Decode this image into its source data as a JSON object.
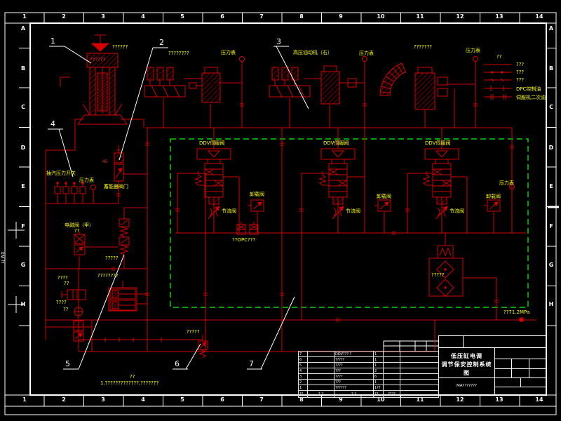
{
  "frame": {
    "columns": [
      "1",
      "2",
      "3",
      "4",
      "5",
      "6",
      "7",
      "8",
      "9",
      "10",
      "11",
      "12",
      "13",
      "14"
    ],
    "rows": [
      "A",
      "B",
      "C",
      "D",
      "E",
      "F",
      "G",
      "H"
    ],
    "margin_text": "LJ WX"
  },
  "callouts": [
    "1",
    "2",
    "3",
    "4",
    "5",
    "6",
    "7"
  ],
  "labels": {
    "pump_top": "??????",
    "pump_body": "??????",
    "manifold": "????????",
    "gauge_a": "压力表",
    "hp_servo": "高压油动机（右）",
    "top_note": "???????",
    "gauge_b": "压力表",
    "gauge_c": "压力表",
    "ddv1": "DDV伺服阀",
    "ddv2": "DDV伺服阀",
    "ddv3": "DDV伺服阀",
    "unload1": "卸载阀",
    "unload2": "卸载阀",
    "unload3": "卸载阀",
    "throttle1": "节流阀",
    "throttle2": "节流阀",
    "throttle3": "节流阀",
    "gauge_d": "压力表",
    "opc": "??OPC???",
    "filter": "?????",
    "pressure": "??71.2MPa",
    "ext_switch": "抽汽压力开关",
    "gauge_e": "压力表",
    "acc_valve": "蓄能器阀门",
    "dim": "45",
    "solenoid": "电磁阀（甲）",
    "solenoid_sub": "??",
    "relief": "?????",
    "twin": "????????",
    "left1a": "????",
    "left1b": "??",
    "left2a": "????",
    "left2b": "??",
    "comp6": "?????"
  },
  "legend": {
    "title": "??",
    "items": [
      "???",
      "???",
      "???",
      "DPC控制油",
      "伺服机二次油"
    ]
  },
  "notes": {
    "heading": "??",
    "body": "1.?????????????,???????"
  },
  "title_block": {
    "title_line1": "低压缸电调",
    "title_line2": "调节保安控制系统图",
    "subtitle": "MA???????",
    "parts_header": {
      "no": "??",
      "code": "? ?",
      "name": "? ?",
      "qty": "??",
      "remark": "????"
    },
    "parts_rows": [
      {
        "no": "7",
        "name": "DDV??? ?",
        "qty": "1"
      },
      {
        "no": "6",
        "name": "?????",
        "qty": "1"
      },
      {
        "no": "5",
        "name": "????",
        "qty": "1"
      },
      {
        "no": "4",
        "name": "???",
        "qty": "2"
      },
      {
        "no": "3",
        "name": "????",
        "qty": "6"
      },
      {
        "no": "2",
        "name": "???",
        "qty": "1"
      },
      {
        "no": "1",
        "name": "??????",
        "qty": "1??"
      }
    ]
  },
  "colors": {
    "background": "#000000",
    "line_red": "#d40000",
    "label_yellow": "#ffff00",
    "frame_white": "#ffffff",
    "zone_green": "#00d400"
  }
}
